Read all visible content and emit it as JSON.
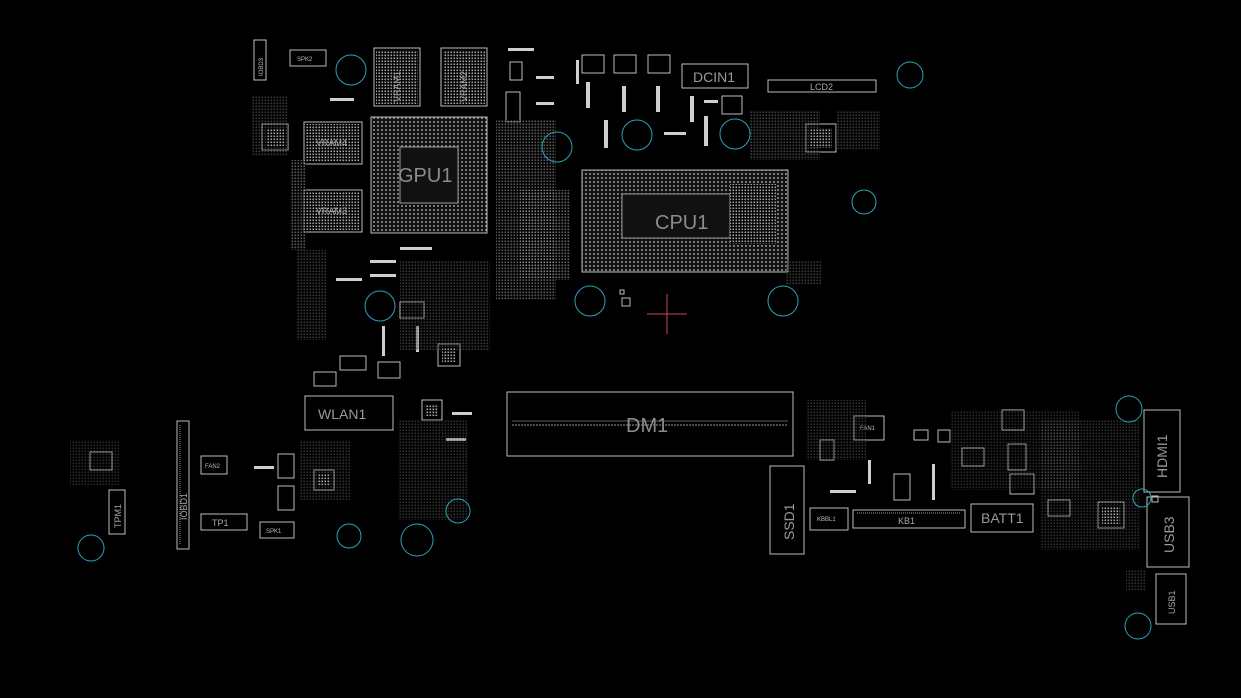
{
  "components": {
    "gpu": "GPU1",
    "cpu": "CPU1",
    "dm": "DM1",
    "wlan": "WLAN1",
    "ssd": "SSD1",
    "vram1": "VRAM1",
    "vram2": "VRAM2",
    "vram3": "VRAM3",
    "vram4": "VRAM4",
    "dcin": "DCIN1",
    "lcd": "LCD2",
    "hdmi": "HDMI1",
    "usb3": "USB3",
    "usb1": "USB1",
    "batt": "BATT1",
    "kb": "KB1",
    "kbbl": "KBBL1",
    "tpm": "TPM1",
    "iobd1": "IOBD1",
    "iobd3": "IOBD3",
    "spk2": "SPK2",
    "spk1": "SPK1",
    "tp": "TP1",
    "fan1": "FAN1",
    "fan2": "FAN2"
  },
  "colors": {
    "background": "#000000",
    "outline": "#bdbdbd",
    "mounting_hole": "#2aa3b8",
    "origin_cross": "#c04b52"
  }
}
